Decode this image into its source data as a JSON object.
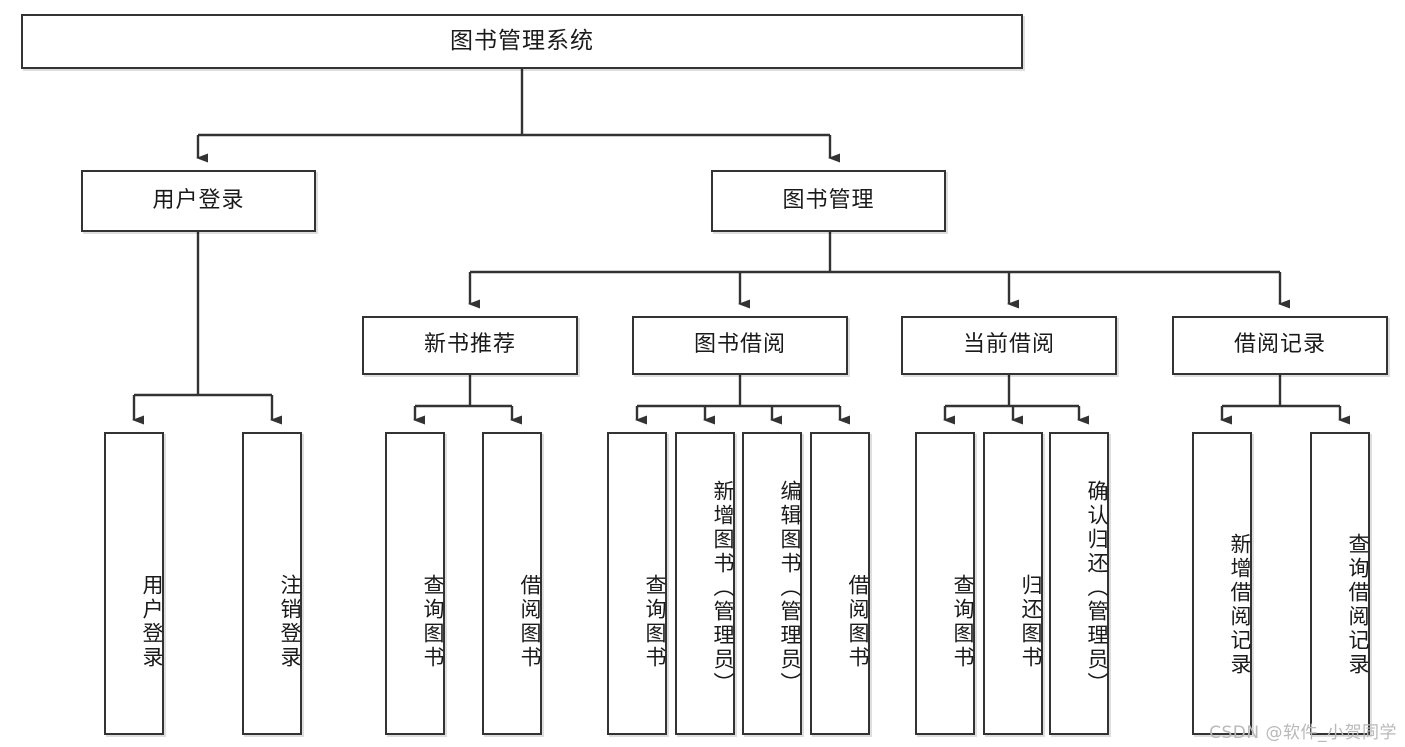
{
  "diagram": {
    "title": "图书管理系统",
    "type": "tree-hierarchy-diagram",
    "watermark": "CSDN @软件_小贺同学",
    "colors": {
      "box_border": "#333333",
      "box_fill": "#ffffff",
      "connector": "#333333",
      "text": "#1a1a1a",
      "watermark": "#b9b9b9"
    },
    "root": {
      "label": "图书管理系统"
    },
    "level2": [
      {
        "label": "用户登录"
      },
      {
        "label": "图书管理"
      }
    ],
    "level3": [
      {
        "label": "新书推荐"
      },
      {
        "label": "图书借阅"
      },
      {
        "label": "当前借阅"
      },
      {
        "label": "借阅记录"
      }
    ],
    "leaves": {
      "user_login": [
        {
          "label": "用户登录"
        },
        {
          "label": "注销登录"
        }
      ],
      "new_book": [
        {
          "label": "查询图书"
        },
        {
          "label": "借阅图书"
        }
      ],
      "book_borrow": [
        {
          "label": "查询图书"
        },
        {
          "label": "新增图书（管理员）"
        },
        {
          "label": "编辑图书（管理员）"
        },
        {
          "label": "借阅图书"
        }
      ],
      "current_borrow": [
        {
          "label": "查询图书"
        },
        {
          "label": "归还图书"
        },
        {
          "label": "确认归还（管理员）"
        }
      ],
      "borrow_record": [
        {
          "label": "新增借阅记录"
        },
        {
          "label": "查询借阅记录"
        }
      ]
    }
  }
}
